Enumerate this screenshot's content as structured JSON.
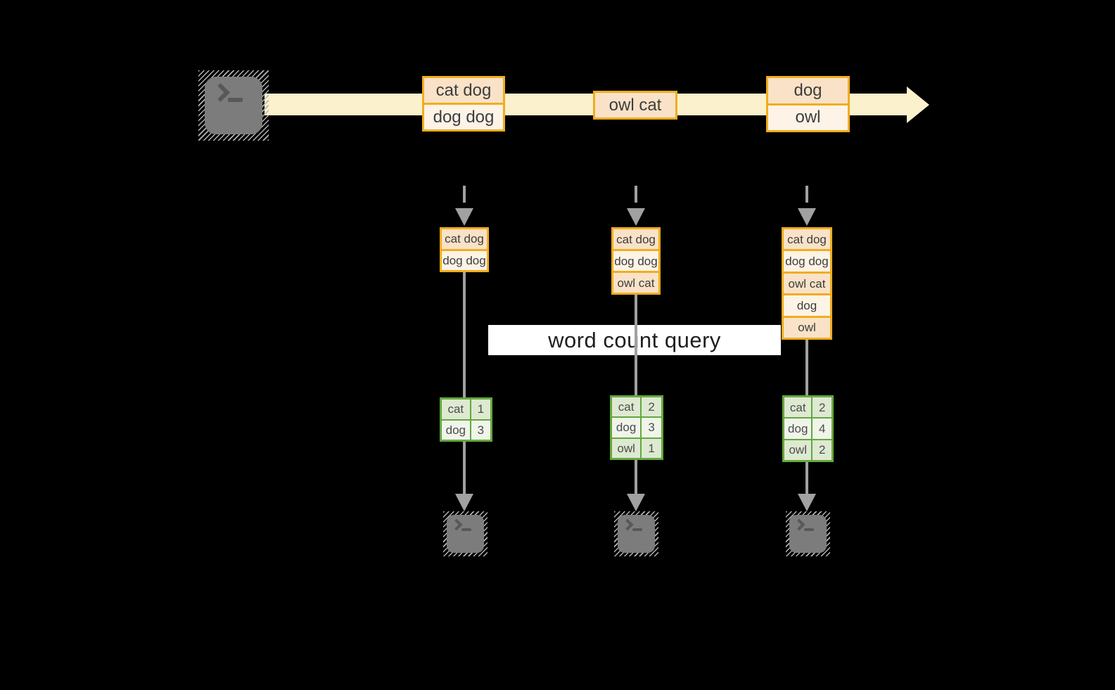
{
  "query": {
    "label": "word count query"
  },
  "stream": {
    "batches": [
      {
        "rows": [
          "cat dog",
          "dog dog"
        ]
      },
      {
        "rows": [
          "owl cat"
        ]
      },
      {
        "rows": [
          "dog",
          "owl"
        ]
      }
    ]
  },
  "pipelines": [
    {
      "buffer": [
        "cat dog",
        "dog dog"
      ],
      "counts": [
        {
          "word": "cat",
          "count": "1"
        },
        {
          "word": "dog",
          "count": "3"
        }
      ]
    },
    {
      "buffer": [
        "cat dog",
        "dog dog",
        "owl cat"
      ],
      "counts": [
        {
          "word": "cat",
          "count": "2"
        },
        {
          "word": "dog",
          "count": "3"
        },
        {
          "word": "owl",
          "count": "1"
        }
      ]
    },
    {
      "buffer": [
        "cat dog",
        "dog dog",
        "owl cat",
        "dog",
        "owl"
      ],
      "counts": [
        {
          "word": "cat",
          "count": "2"
        },
        {
          "word": "dog",
          "count": "4"
        },
        {
          "word": "owl",
          "count": "2"
        }
      ]
    }
  ],
  "icons": {
    "source": "terminal-icon",
    "sinks": [
      "terminal-icon",
      "terminal-icon",
      "terminal-icon"
    ]
  },
  "colors": {
    "background": "#000000",
    "stream_band": "#fcf1cd",
    "box_border": "#f0ad1e",
    "box_fill_dark": "#f9e2c7",
    "box_fill_light": "#fdf3e6",
    "table_border": "#64a83e",
    "table_fill_dark": "#dde9d1",
    "table_fill_light": "#f0f5ea",
    "arrow_gray": "#a1a1a1",
    "query_band": "#ffffff",
    "terminal_gray": "#7c7c7c"
  }
}
